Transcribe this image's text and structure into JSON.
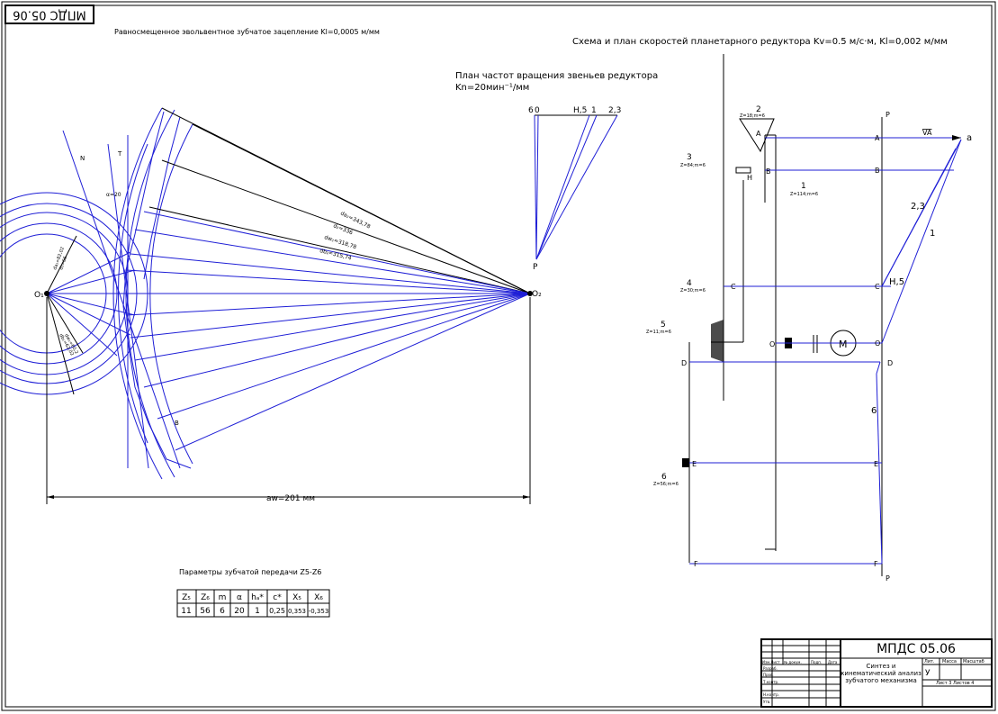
{
  "stamp": {
    "code": "МПДС 05.06"
  },
  "gear_view": {
    "title": "Равносмещенное эвольвентное зубчатое зацепление Kl=0,0005 м/мм",
    "center_left": "O₁",
    "center_right": "O₂",
    "line_N": "N",
    "line_T": "T",
    "angle_label": "α=20",
    "radii_right": [
      "da₂=343,78",
      "d₂=336",
      "dw₂=318,78",
      "db₂=315,74"
    ],
    "radii_left": [
      "da₁=82,02",
      "d₁=66",
      "db₁=62,02",
      "dw₁=60,2"
    ],
    "marker_B": "B",
    "center_distance": "aw=201 мм"
  },
  "rpm_plan": {
    "title": "План частот вращения звеньев редуктора",
    "scale": "Kn=20мин⁻¹/мм",
    "top_labels": [
      "6",
      "0",
      "H,5",
      "1",
      "2,3"
    ],
    "pole": "P"
  },
  "scheme": {
    "title": "Схема и план скоростей планетарного редуктора Kv=0.5 м/с·м, Kl=0,002 м/мм",
    "gears": [
      {
        "num": "2",
        "spec": "Z=18;m=6"
      },
      {
        "num": "3",
        "spec": "Z=84;m=6"
      },
      {
        "num": "1",
        "spec": "Z=114;m=6"
      },
      {
        "num": "4",
        "spec": "Z=30;m=6"
      },
      {
        "num": "5",
        "spec": "Z=11;m=6"
      },
      {
        "num": "6",
        "spec": "Z=56;m=6"
      }
    ],
    "points": [
      "A",
      "B",
      "C",
      "D",
      "E",
      "F",
      "H",
      "O",
      "P"
    ],
    "motor": "M",
    "velocity_labels": {
      "va": "VA",
      "a": "a",
      "l23": "2,3",
      "l1": "1",
      "lh5": "H,5",
      "l6": "6"
    }
  },
  "params": {
    "title": "Параметры зубчатой передачи Z5-Z6",
    "headers": [
      "Z₅",
      "Z₆",
      "m",
      "α",
      "hₐ*",
      "c*",
      "X₅",
      "X₆"
    ],
    "values": [
      "11",
      "56",
      "6",
      "20",
      "1",
      "0,25",
      "0,353",
      "-0,353"
    ]
  },
  "title_block": {
    "code": "МПДС 05.06",
    "description": [
      "Синтез и",
      "кинематический анализ",
      "зубчатого механизма"
    ],
    "letter": "У",
    "lit": "Лит.",
    "mass": "Масса",
    "scale": "Масштаб",
    "sheet": "Лист 3 Листов 4",
    "rows": [
      "Изм.Лист",
      "№ докум.",
      "Подп.",
      "Дата",
      "Разраб.",
      "Пров.",
      "Т.контр.",
      "Н.контр.",
      "Утв."
    ]
  }
}
